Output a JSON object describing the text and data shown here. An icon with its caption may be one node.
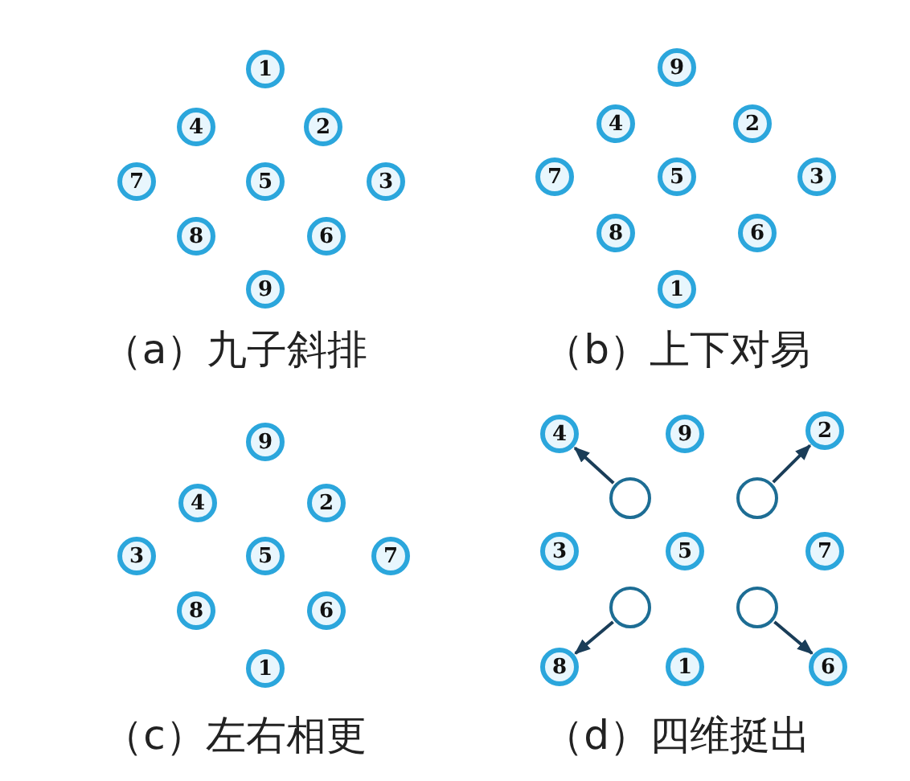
{
  "diagram": {
    "nodes": [
      {
        "text": [
          "1"
        ]
      },
      {
        "text": [
          "4"
        ]
      },
      {
        "text": [
          "2"
        ]
      },
      {
        "text": [
          "7"
        ]
      },
      {
        "text": [
          "5"
        ]
      },
      {
        "text": [
          "3"
        ]
      },
      {
        "text": [
          "8"
        ]
      },
      {
        "text": [
          "6"
        ]
      },
      {
        "text": [
          "9"
        ]
      },
      {
        "text": [
          "9"
        ]
      },
      {
        "text": [
          "4"
        ]
      },
      {
        "text": [
          "2"
        ]
      },
      {
        "text": [
          "7"
        ]
      },
      {
        "text": [
          "5"
        ]
      },
      {
        "text": [
          "3"
        ]
      },
      {
        "text": [
          "8"
        ]
      },
      {
        "text": [
          "6"
        ]
      },
      {
        "text": [
          "1"
        ]
      },
      {
        "text": [
          "9"
        ]
      },
      {
        "text": [
          "4"
        ]
      },
      {
        "text": [
          "2"
        ]
      },
      {
        "text": [
          "3"
        ]
      },
      {
        "text": [
          "5"
        ]
      },
      {
        "text": [
          "7"
        ]
      },
      {
        "text": [
          "8"
        ]
      },
      {
        "text": [
          "6"
        ]
      },
      {
        "text": [
          "1"
        ]
      },
      {
        "text": [
          "4"
        ]
      },
      {
        "text": [
          "9"
        ]
      },
      {
        "text": [
          "2"
        ]
      },
      {
        "text": [],
        "shape": "circle"
      },
      {
        "text": [],
        "shape": "circle"
      },
      {
        "text": [
          "3"
        ]
      },
      {
        "text": [
          "5"
        ]
      },
      {
        "text": [
          "7"
        ]
      },
      {
        "text": [],
        "shape": "circle"
      },
      {
        "text": [],
        "shape": "circle"
      },
      {
        "text": [
          "8"
        ]
      },
      {
        "text": [
          "1"
        ]
      },
      {
        "text": [
          "6"
        ]
      }
    ],
    "edges": [
      {
        "from": 30,
        "to": 27,
        "arrow": "to"
      },
      {
        "from": 31,
        "to": 29,
        "arrow": "to"
      },
      {
        "from": 35,
        "to": 37,
        "arrow": "to"
      },
      {
        "from": 36,
        "to": 39,
        "arrow": "to"
      }
    ],
    "labels": [
      "（a）九子斜排",
      "（b）上下对易",
      "（c）左右相更",
      "（d）四维挺出"
    ]
  }
}
